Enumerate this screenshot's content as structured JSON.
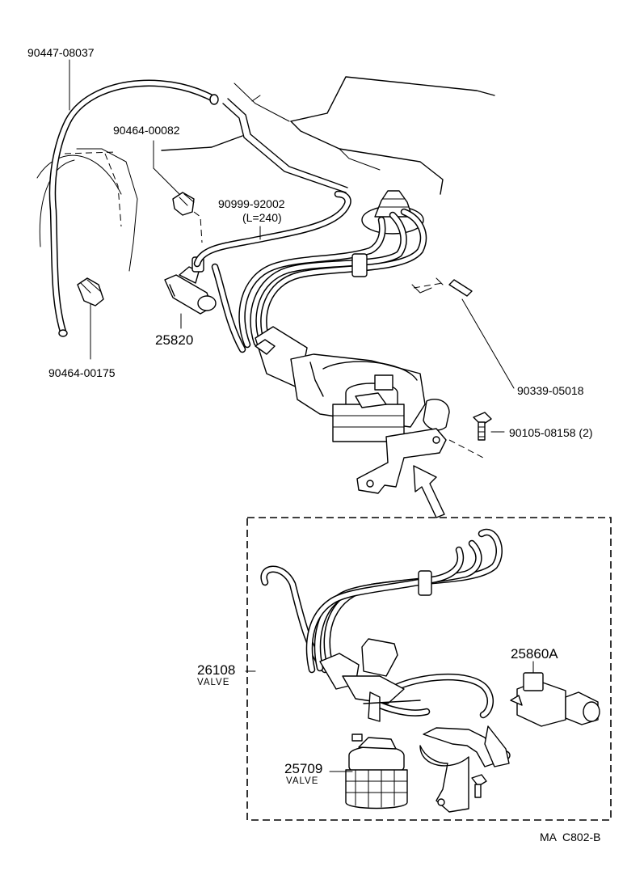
{
  "diagram": {
    "labels": {
      "p90447": "90447-08037",
      "p90464a": "90464-00082",
      "p90999": "90999-92002",
      "p90999_len": "(L=240)",
      "p25820": "25820",
      "p90464b": "90464-00175",
      "p90339": "90339-05018",
      "p90105": "90105-08158 (2)",
      "p26108": "26108",
      "p26108_desc": "VALVE",
      "p25860a": "25860A",
      "p25709": "25709",
      "p25709_desc": "VALVE",
      "ref_code": "MA  C802-B"
    }
  }
}
